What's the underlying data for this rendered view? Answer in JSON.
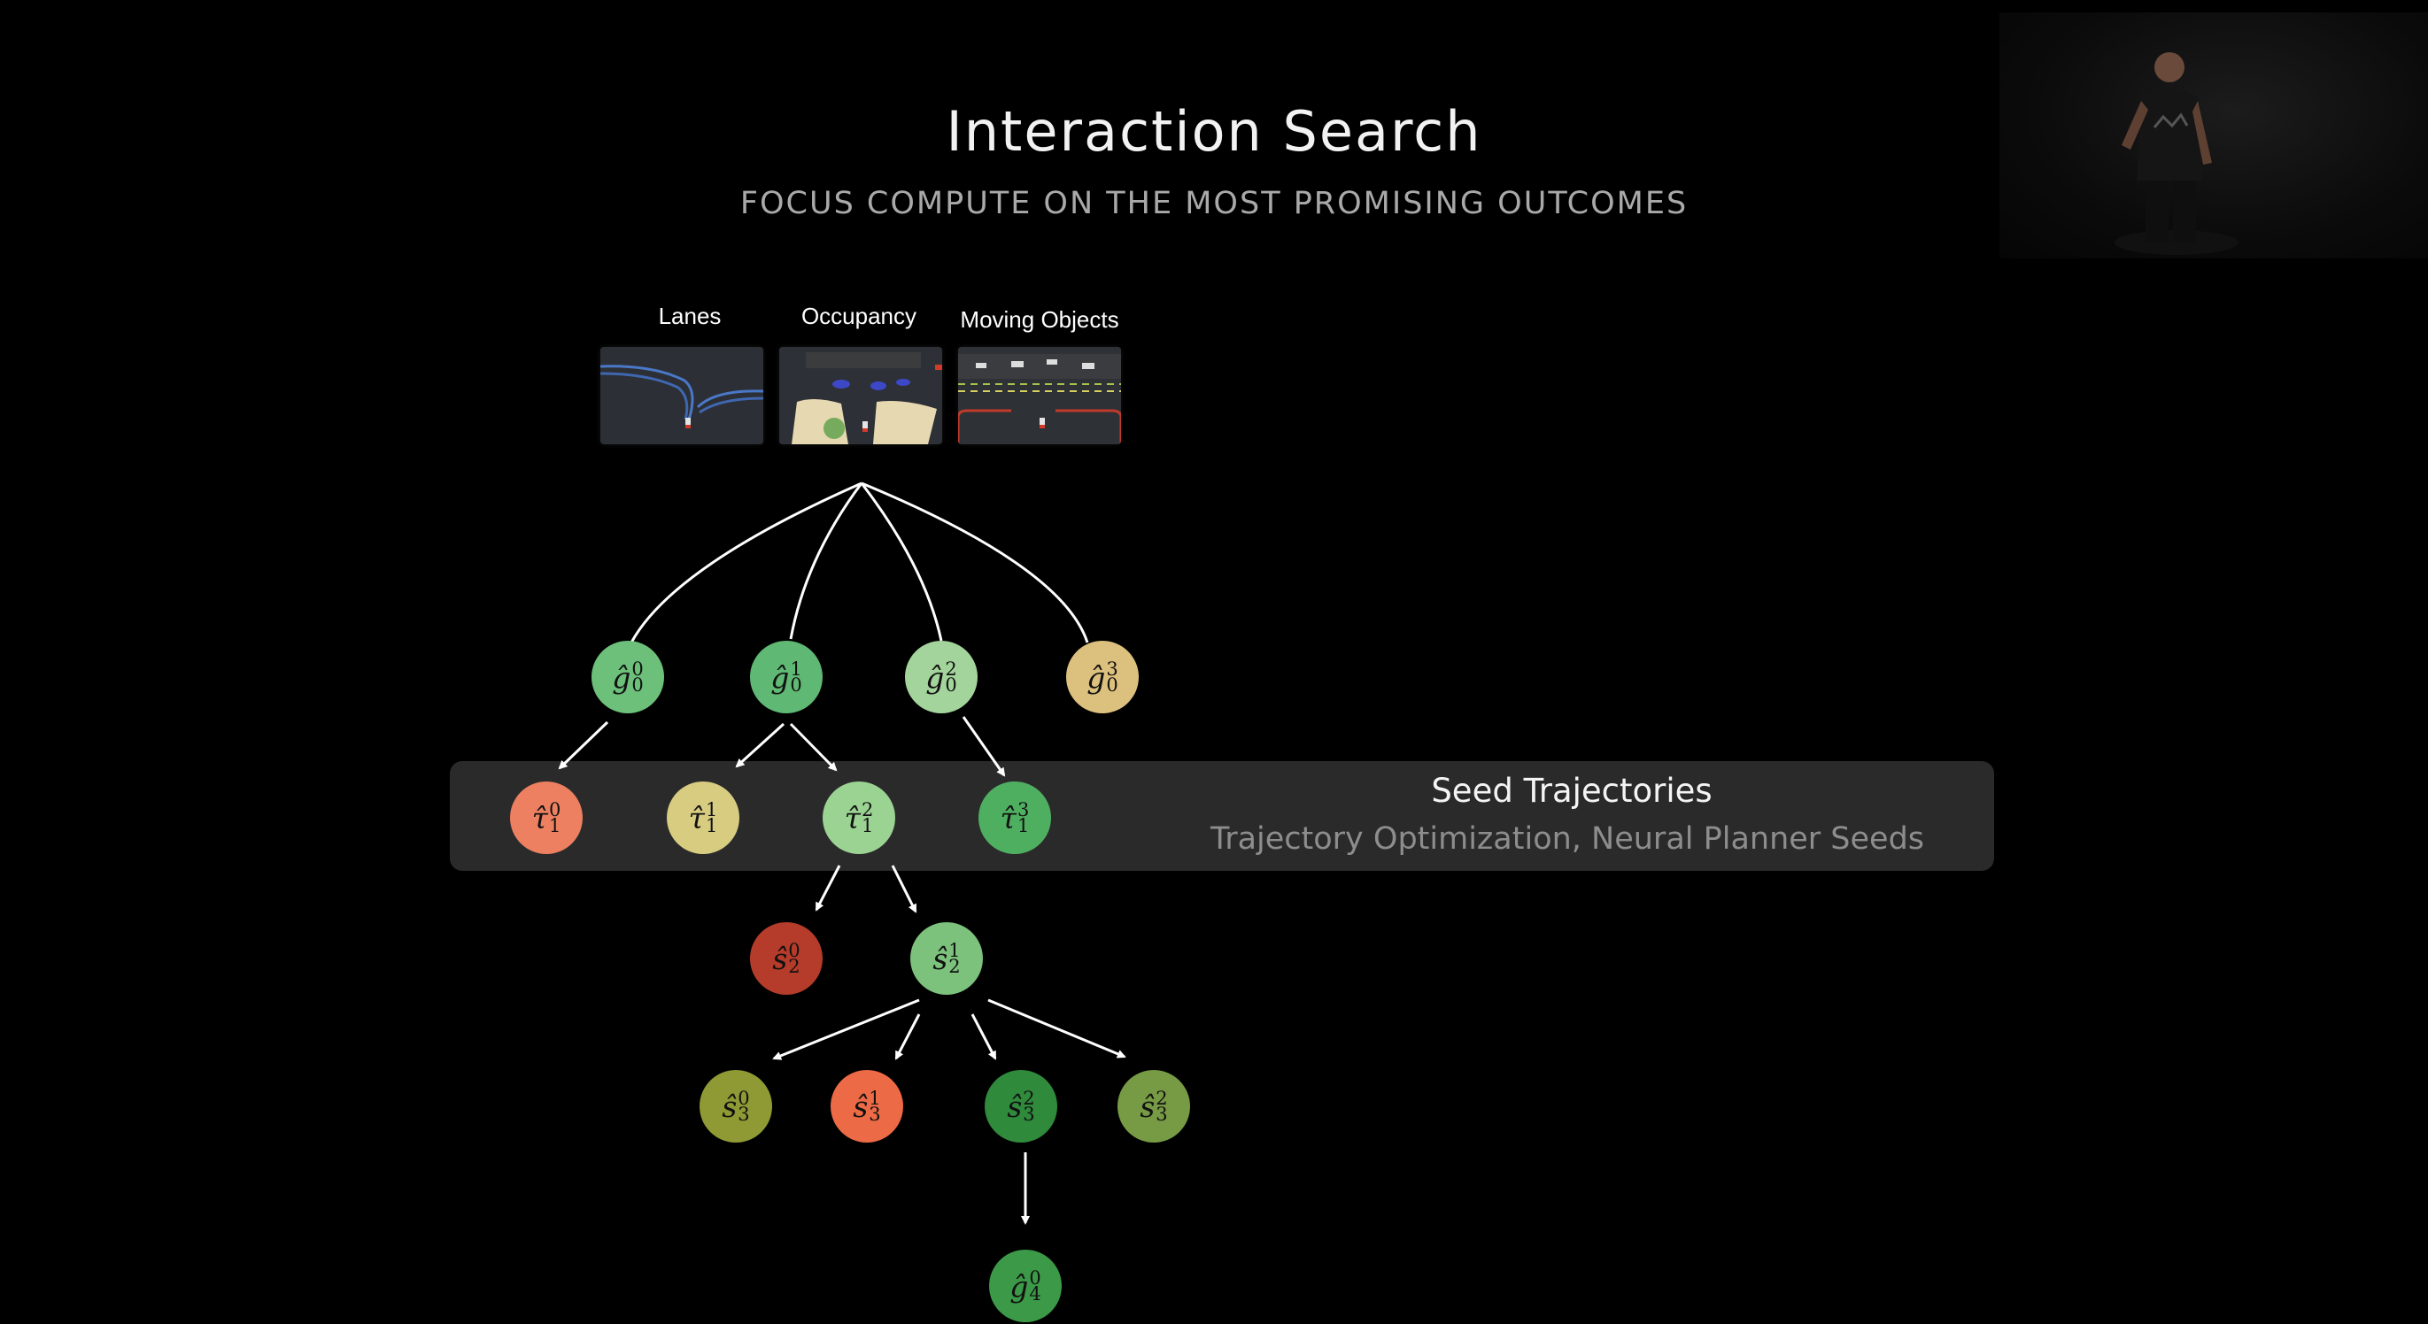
{
  "slide": {
    "title": "Interaction Search",
    "subtitle": "FOCUS COMPUTE ON THE MOST PROMISING OUTCOMES"
  },
  "inputs": [
    {
      "label": "Lanes"
    },
    {
      "label": "Occupancy"
    },
    {
      "label": "Moving Objects"
    }
  ],
  "band": {
    "title": "Seed Trajectories",
    "subtitle": "Trajectory Optimization, Neural Planner Seeds"
  },
  "nodes": [
    {
      "id": "g00",
      "base": "ĝ",
      "sub": "0",
      "sup": "0",
      "color": "#6cc07a"
    },
    {
      "id": "g01",
      "base": "ĝ",
      "sub": "0",
      "sup": "1",
      "color": "#5fb873"
    },
    {
      "id": "g02",
      "base": "ĝ",
      "sub": "0",
      "sup": "2",
      "color": "#a3d49b"
    },
    {
      "id": "g03",
      "base": "ĝ",
      "sub": "0",
      "sup": "3",
      "color": "#dcc07d"
    },
    {
      "id": "t10",
      "base": "τ̂",
      "sub": "1",
      "sup": "0",
      "color": "#ec8060"
    },
    {
      "id": "t11",
      "base": "τ̂",
      "sub": "1",
      "sup": "1",
      "color": "#d8cc80"
    },
    {
      "id": "t12",
      "base": "τ̂",
      "sub": "1",
      "sup": "2",
      "color": "#9bd392"
    },
    {
      "id": "t13",
      "base": "τ̂",
      "sub": "1",
      "sup": "3",
      "color": "#4faf61"
    },
    {
      "id": "s20",
      "base": "ŝ",
      "sub": "2",
      "sup": "0",
      "color": "#b53b2a"
    },
    {
      "id": "s21",
      "base": "ŝ",
      "sub": "2",
      "sup": "1",
      "color": "#7cc27c"
    },
    {
      "id": "s30",
      "base": "ŝ",
      "sub": "3",
      "sup": "0",
      "color": "#8f9a35"
    },
    {
      "id": "s31",
      "base": "ŝ",
      "sub": "3",
      "sup": "1",
      "color": "#ec6a45"
    },
    {
      "id": "s32",
      "base": "ŝ",
      "sub": "3",
      "sup": "2",
      "color": "#2f8a3c"
    },
    {
      "id": "s33",
      "base": "ŝ",
      "sub": "3",
      "sup": "2",
      "color": "#779a45"
    },
    {
      "id": "g40",
      "base": "ĝ",
      "sub": "4",
      "sup": "0",
      "color": "#3c9948"
    }
  ]
}
